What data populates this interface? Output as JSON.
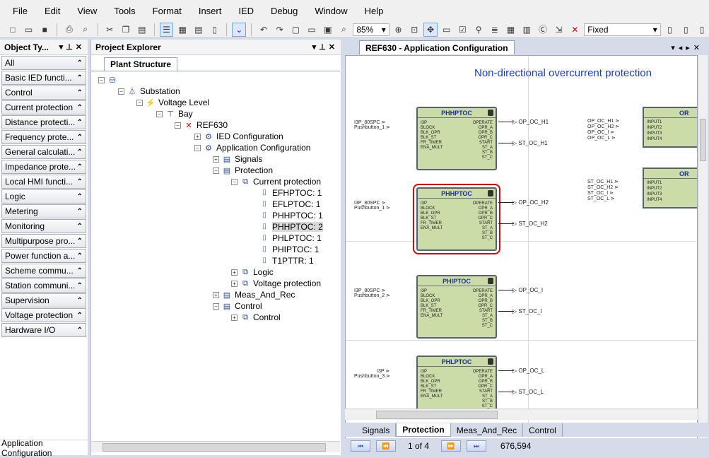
{
  "menu": [
    "File",
    "Edit",
    "View",
    "Tools",
    "Format",
    "Insert",
    "IED",
    "Debug",
    "Window",
    "Help"
  ],
  "toolbar": {
    "zoom": "85%",
    "mode": "Fixed"
  },
  "left_panel": {
    "title": "Object Ty...",
    "categories": [
      "All",
      "Basic IED functi...",
      "Control",
      "Current protection",
      "Distance protecti...",
      "Frequency prote...",
      "General calculati...",
      "Impedance prote...",
      "Local HMI functi...",
      "Logic",
      "Metering",
      "Monitoring",
      "Multipurpose pro...",
      "Power function a...",
      "Scheme commu...",
      "Station communi...",
      "Supervision",
      "Voltage protection",
      "Hardware I/O"
    ],
    "footer": "Application Configuration"
  },
  "explorer": {
    "title": "Project Explorer",
    "tab": "Plant Structure",
    "nodes": [
      "",
      "Substation",
      "Voltage Level",
      "Bay",
      "REF630",
      "IED Configuration",
      "Application Configuration",
      "Signals",
      "Protection",
      "Current protection",
      "EFHPTOC: 1",
      "EFLPTOC: 1",
      "PHHPTOC: 1",
      "PHHPTOC: 2",
      "PHLPTOC: 1",
      "PHIPTOC: 1",
      "T1PTTR: 1",
      "Logic",
      "Voltage protection",
      "Meas_And_Rec",
      "Control",
      "Control"
    ]
  },
  "document": {
    "tab": "REF630 - Application Configuration",
    "caption": "Non-directional overcurrent protection",
    "blocks": [
      {
        "title": "PHHPTOC",
        "in1": "I3P_80SPC",
        "in2": "Pushbutton_1",
        "op": "OP_OC_H1",
        "st": "ST_OC_H1"
      },
      {
        "title": "PHHPTOC",
        "in1": "I3P_80SPC",
        "in2": "Pushbutton_1",
        "op": "OP_OC_H2",
        "st": "ST_OC_H2"
      },
      {
        "title": "PHIPTOC",
        "in1": "I3P_80SPC",
        "in2": "Pushbutton_2",
        "op": "OP_OC_I",
        "st": "ST_OC_I"
      },
      {
        "title": "PHLPTOC",
        "in1": "I3P",
        "in2": "Pushbutton_3",
        "op": "OP_OC_L",
        "st": "ST_OC_L"
      }
    ],
    "pins_in": [
      "I3P",
      "BLOCK",
      "BLK_OPR",
      "BLK_ST",
      "FR_TIMER",
      "ENA_MULT"
    ],
    "pins_out": [
      "OPERATE",
      "OPR_A",
      "OPR_B",
      "OPR_C",
      "START",
      "ST_A",
      "ST_B",
      "ST_C"
    ],
    "or_blocks": [
      {
        "title": "OR",
        "signals": [
          "OP_OC_H1",
          "OP_OC_H2",
          "OP_OC_I",
          "OP_OC_L"
        ]
      },
      {
        "title": "OR",
        "signals": [
          "ST_OC_H1",
          "ST_OC_H2",
          "ST_OC_I",
          "ST_OC_L"
        ]
      }
    ],
    "or_pins": [
      "INPUT1",
      "INPUT2",
      "INPUT3",
      "INPUT4"
    ],
    "bottom_tabs": [
      "Signals",
      "Protection",
      "Meas_And_Rec",
      "Control"
    ],
    "page": "1 of 4",
    "coords": "676,594"
  }
}
